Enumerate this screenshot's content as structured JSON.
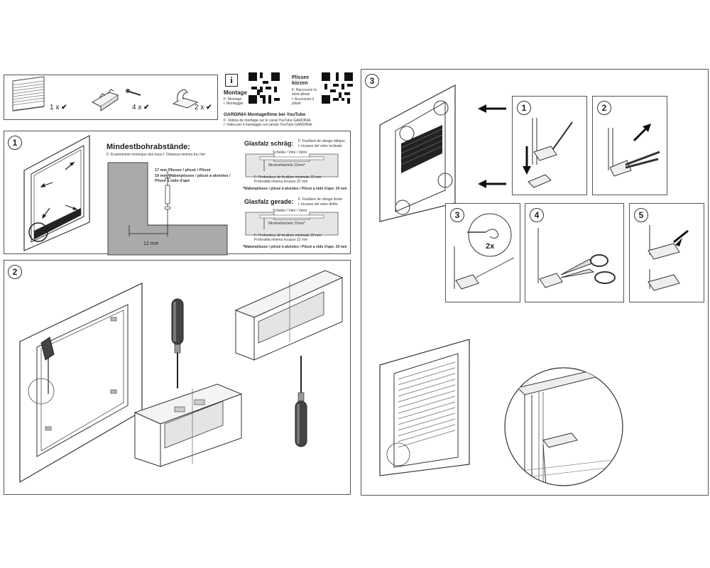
{
  "parts": {
    "qty_1": "1 x",
    "qty_4": "4 x",
    "qty_2": "2 x",
    "check": "✔"
  },
  "montage": {
    "title": "Montage",
    "f": "F: Montage",
    "i": "I: Montaggio",
    "kuerzen_title": "Plissee kürzen",
    "kuerzen_f": "F: Raccourcir le store plissé",
    "kuerzen_i": "I: Accorciare il plissé",
    "yt_title": "GARDINIA Montagefilme bei YouTube",
    "yt_f": "F: Vidéos de montage sur le canal YouTube GARDINIA",
    "yt_i": "I: Video per il montaggio sul canale YouTube GARDINIA"
  },
  "step1": {
    "num": "1",
    "heading": "Mindestbohrabstände:",
    "sub": "F: Écartements minimaux des trous   I: Distanza minima fra i fori",
    "line_a": "17 mm Plissee / plissé / Plissé",
    "line_b": "19 mm Wabenplissee / plissé à alvéoles /",
    "line_c": "Plissé a nido d'ape",
    "dim": "12 mm",
    "schraeg_title": "Glasfalz schräg:",
    "schraeg_f": "F: Feuillure de vitrage oblique",
    "schraeg_i": "I: Incasso del vetro inclinato",
    "glass_label": "Scheibe / Vitre / Vetro",
    "depth": "Mindestfalztiefe 22mm*",
    "prof_f": "F: Profondeur de feuillure minimale 22 mm",
    "prof_i": "Profondità minima incasso 22 mm",
    "note": "*Wabenplissee / plissé à alvéoles / Plissé a nido d'ape: 24 mm",
    "gerade_title": "Glasfalz gerade:",
    "gerade_f": "F: Feuillure de vitrage droite",
    "gerade_i": "I: Incasso del vetro diritto"
  },
  "step2": {
    "num": "2"
  },
  "step3": {
    "num": "3",
    "sub1": "1",
    "sub2": "2",
    "sub3": "3",
    "sub4": "4",
    "sub5": "5",
    "twox": "2x"
  }
}
